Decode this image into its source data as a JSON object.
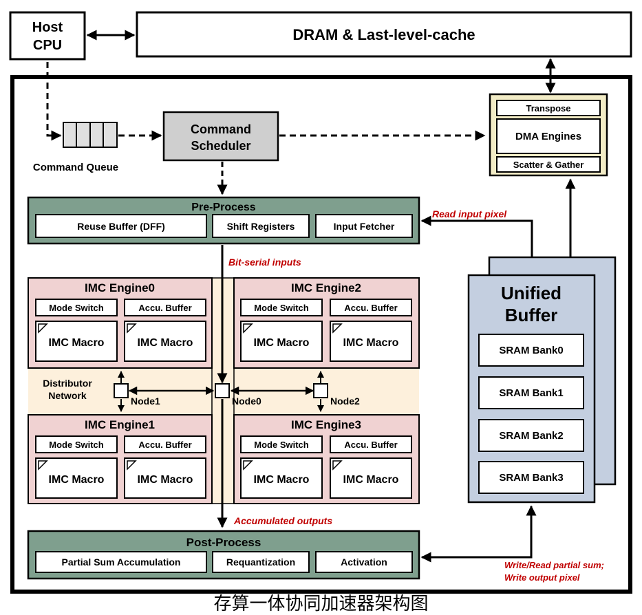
{
  "top": {
    "host_cpu": [
      "Host",
      "CPU"
    ],
    "dram": "DRAM & Last-level-cache"
  },
  "command_queue_label": "Command Queue",
  "command_scheduler": [
    "Command",
    "Scheduler"
  ],
  "dma_block": {
    "transpose": "Transpose",
    "dma_engines": "DMA Engines",
    "scatter_gather": "Scatter & Gather"
  },
  "pre_process": {
    "title": "Pre-Process",
    "items": [
      "Reuse Buffer (DFF)",
      "Shift Registers",
      "Input Fetcher"
    ]
  },
  "signals": {
    "read_input_pixel": "Read input pixel",
    "bit_serial_inputs": "Bit-serial inputs",
    "accumulated_outputs": "Accumulated outputs",
    "write_read_partial": "Write/Read partial sum;",
    "write_output_pixel": "Write output pixel"
  },
  "imc_engines": [
    {
      "title": "IMC Engine0",
      "mode": "Mode Switch",
      "accu": "Accu. Buffer",
      "macro": "IMC Macro"
    },
    {
      "title": "IMC Engine2",
      "mode": "Mode Switch",
      "accu": "Accu. Buffer",
      "macro": "IMC Macro"
    },
    {
      "title": "IMC Engine1",
      "mode": "Mode Switch",
      "accu": "Accu. Buffer",
      "macro": "IMC Macro"
    },
    {
      "title": "IMC Engine3",
      "mode": "Mode Switch",
      "accu": "Accu. Buffer",
      "macro": "IMC Macro"
    }
  ],
  "distributor": {
    "label": [
      "Distributor",
      "Network"
    ],
    "nodes": [
      "Node1",
      "Node0",
      "Node2"
    ]
  },
  "unified_buffer": {
    "title": [
      "Unified",
      "Buffer"
    ],
    "banks": [
      "SRAM Bank0",
      "SRAM Bank1",
      "SRAM Bank2",
      "SRAM Bank3"
    ]
  },
  "post_process": {
    "title": "Post-Process",
    "items": [
      "Partial Sum Accumulation",
      "Requantization",
      "Activation"
    ]
  },
  "caption": "存算一体协同加速器架构图",
  "colors": {
    "green_fill": "#7f9f8e",
    "pink_fill": "#f0d2d2",
    "peach_fill": "#fdf0dc",
    "blue_fill": "#c4cfe0",
    "cream_fill": "#f2ecc6",
    "gray_fill": "#cfcfcf",
    "red_text": "#c00000"
  }
}
